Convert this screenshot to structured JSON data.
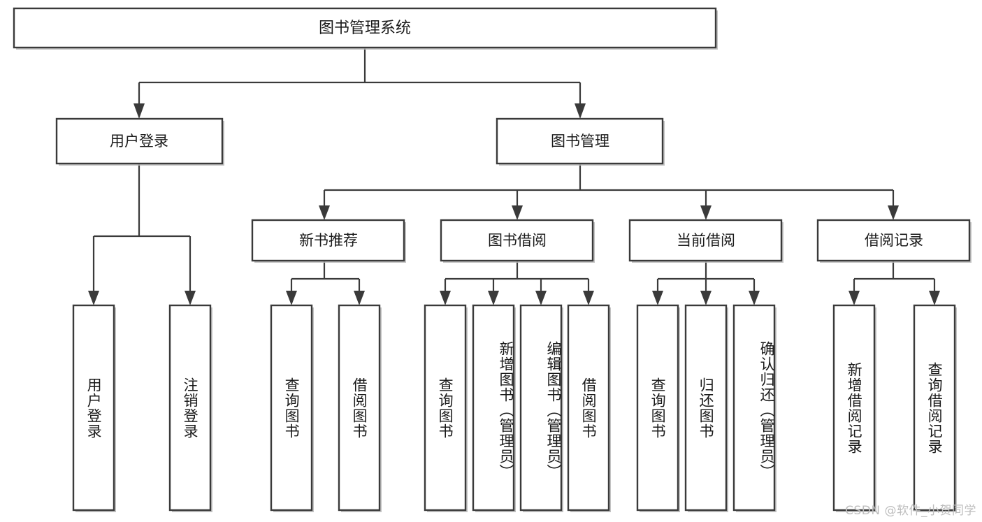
{
  "diagram": {
    "title": "图书管理系统",
    "type": "tree-hierarchy",
    "watermark": "CSDN @软件_小贺同学",
    "colors": {
      "box_fill": "#ffffff",
      "box_stroke": "#3a3a3a",
      "text": "#1a1a1a",
      "watermark": "#bdbdbd",
      "background": "#ffffff"
    },
    "root": {
      "label": "图书管理系统"
    },
    "level2": [
      {
        "label": "用户登录"
      },
      {
        "label": "图书管理"
      }
    ],
    "level3": [
      {
        "label": "新书推荐"
      },
      {
        "label": "图书借阅"
      },
      {
        "label": "当前借阅"
      },
      {
        "label": "借阅记录"
      }
    ],
    "leaves": {
      "user_login": [
        {
          "label": "用户登录"
        },
        {
          "label": "注销登录"
        }
      ],
      "new_book_recommend": [
        {
          "label": "查询图书"
        },
        {
          "label": "借阅图书"
        }
      ],
      "book_borrow": [
        {
          "label": "查询图书"
        },
        {
          "label": "新增图书（管理员）"
        },
        {
          "label": "编辑图书（管理员）"
        },
        {
          "label": "借阅图书"
        }
      ],
      "current_borrow": [
        {
          "label": "查询图书"
        },
        {
          "label": "归还图书"
        },
        {
          "label": "确认归还（管理员）"
        }
      ],
      "borrow_record": [
        {
          "label": "新增借阅记录"
        },
        {
          "label": "查询借阅记录"
        }
      ]
    }
  }
}
